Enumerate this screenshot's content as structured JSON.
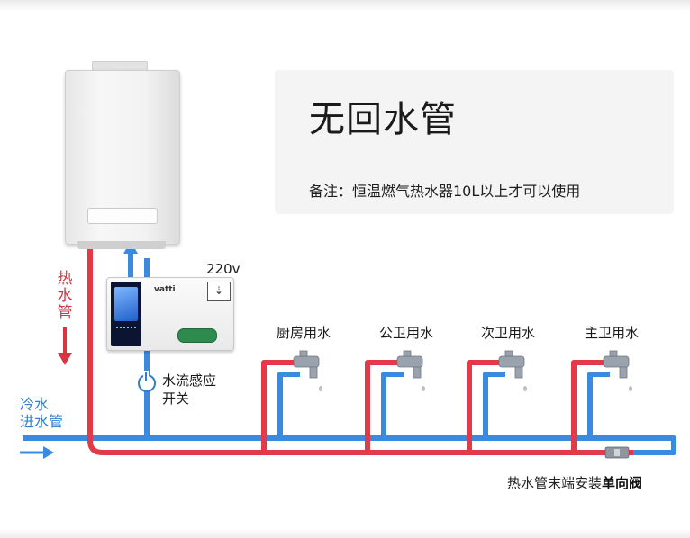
{
  "title": "无回水管",
  "note": "备注：恒温燃气热水器10L以上才可以使用",
  "labels": {
    "hot_water": "热水管",
    "cold_water_inlet": "冷水\n进水管",
    "power": "220v",
    "flow_switch": "水流感应\n开关",
    "controller_brand": "vatti"
  },
  "outlets": [
    {
      "label": "厨房用水"
    },
    {
      "label": "公卫用水"
    },
    {
      "label": "次卫用水"
    },
    {
      "label": "主卫用水"
    }
  ],
  "bottom_note": {
    "prefix": "热水管末端安装",
    "emphasis": "单向阀"
  },
  "colors": {
    "hot_pipe": "#e23a48",
    "cold_pipe": "#3a8be0",
    "hot_text": "#d9343f",
    "cold_text": "#2b7fd4"
  },
  "icons": [
    "heater",
    "controller-display",
    "socket-icon",
    "power-switch-icon",
    "faucet-icon",
    "check-valve-icon",
    "arrow-up-icon",
    "arrow-down-icon",
    "arrow-right-icon"
  ]
}
